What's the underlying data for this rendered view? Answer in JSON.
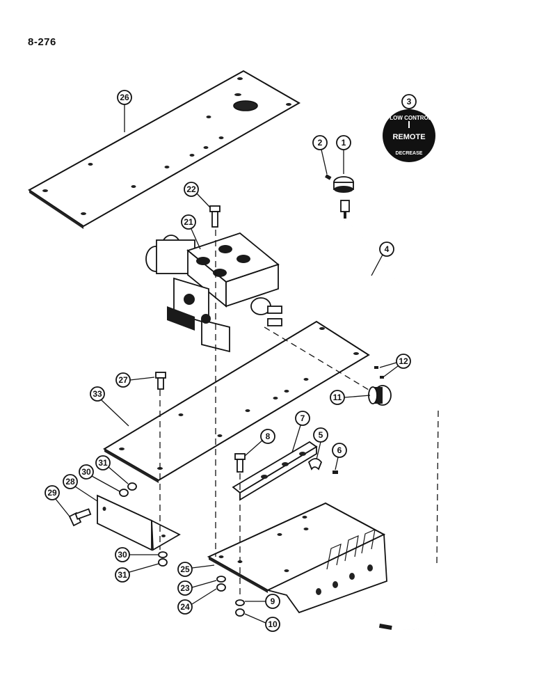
{
  "page": {
    "number": "8-276"
  },
  "decal": {
    "top_text": "FLOW CONTROL",
    "center_text": "REMOTE",
    "bottom_text": "DECREASE"
  },
  "callouts": [
    {
      "label": "1"
    },
    {
      "label": "2"
    },
    {
      "label": "3"
    },
    {
      "label": "4"
    },
    {
      "label": "5"
    },
    {
      "label": "6"
    },
    {
      "label": "7"
    },
    {
      "label": "8"
    },
    {
      "label": "9"
    },
    {
      "label": "10"
    },
    {
      "label": "11"
    },
    {
      "label": "12"
    },
    {
      "label": "21"
    },
    {
      "label": "22"
    },
    {
      "label": "23"
    },
    {
      "label": "24"
    },
    {
      "label": "25"
    },
    {
      "label": "26"
    },
    {
      "label": "27"
    },
    {
      "label": "28"
    },
    {
      "label": "29"
    },
    {
      "label": "30"
    },
    {
      "label": "31"
    },
    {
      "label": "30"
    },
    {
      "label": "31"
    },
    {
      "label": "33"
    }
  ]
}
